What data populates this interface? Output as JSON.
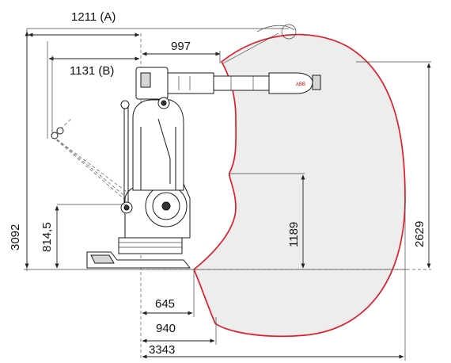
{
  "figure": {
    "colors": {
      "envelope_stroke": "#e01e2b",
      "envelope_fill": "#ededed",
      "line": "#222222"
    },
    "labels": {
      "reach_a": "1211 (A)",
      "reach_997": "997",
      "reach_b": "1131 (B)",
      "height_total": "3092",
      "height_axis2": "814,5",
      "inner_height": "1189",
      "upper_height": "2629",
      "min_645": "645",
      "min_940": "940",
      "max_3343": "3343"
    },
    "logo_text": "ABB"
  }
}
